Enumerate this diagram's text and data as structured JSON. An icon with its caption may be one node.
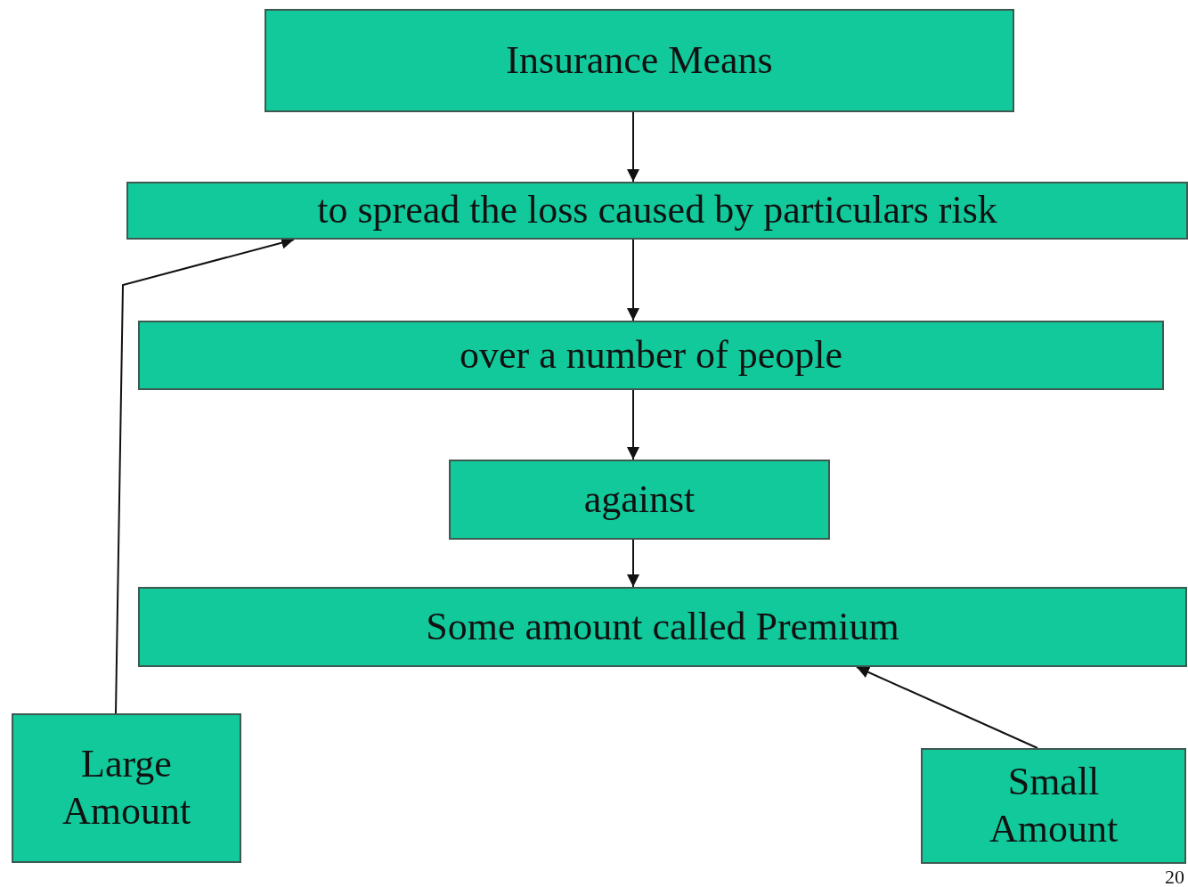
{
  "diagram": {
    "nodes": [
      {
        "text": [
          "Insurance Means"
        ]
      },
      {
        "text": [
          "to spread the loss caused by particulars risk"
        ]
      },
      {
        "text": [
          "over a number of people"
        ]
      },
      {
        "text": [
          "against"
        ]
      },
      {
        "text": [
          "Some amount called Premium"
        ]
      },
      {
        "text": [
          "Large Amount"
        ]
      },
      {
        "text": [
          "Small Amount"
        ]
      }
    ],
    "edges": [
      {
        "from": 0,
        "to": 1,
        "arrow": "to"
      },
      {
        "from": 1,
        "to": 2,
        "arrow": "to"
      },
      {
        "from": 2,
        "to": 3,
        "arrow": "to"
      },
      {
        "from": 3,
        "to": 4,
        "arrow": "to"
      },
      {
        "from": 5,
        "to": 1,
        "arrow": "to"
      },
      {
        "from": 6,
        "to": 4,
        "arrow": "to"
      }
    ],
    "labels": [
      "20"
    ]
  }
}
